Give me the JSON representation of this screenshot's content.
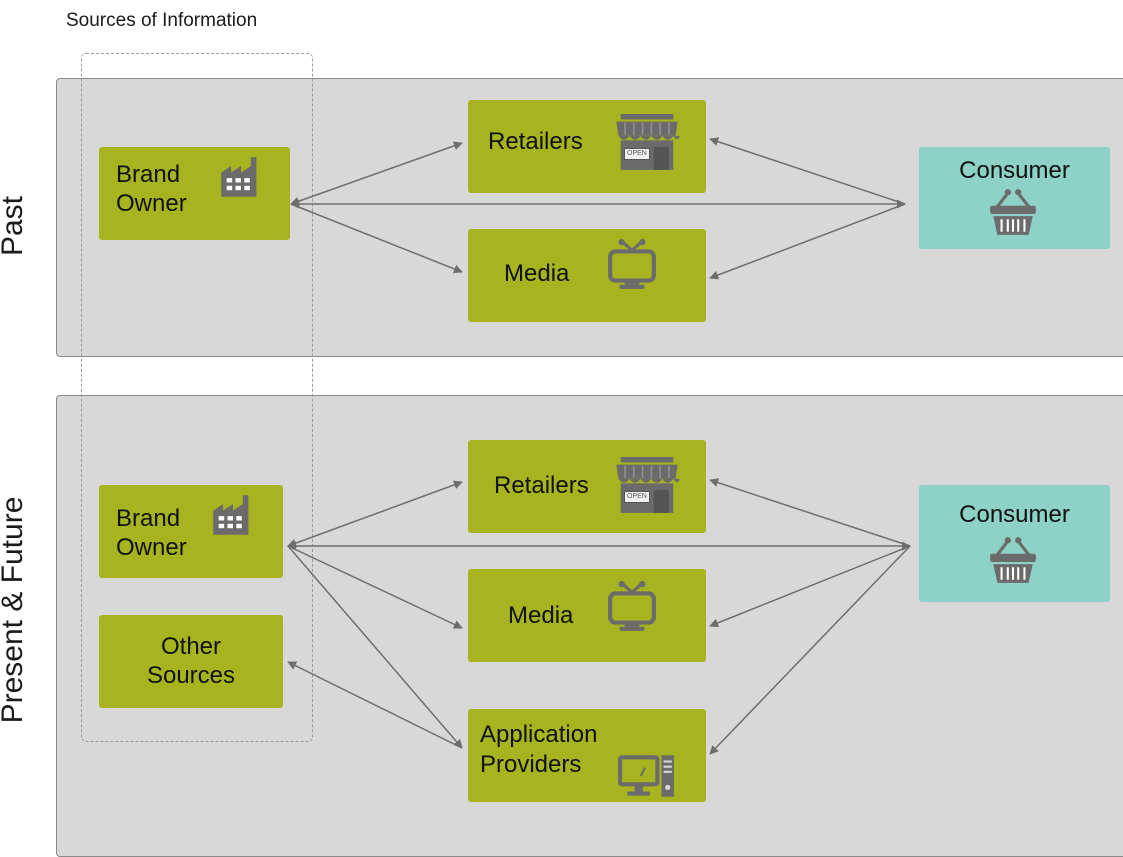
{
  "title": "Sources of Information",
  "rows": {
    "past": {
      "label": "Past"
    },
    "future": {
      "label": "Present & Future"
    }
  },
  "past": {
    "brand_owner": {
      "line1": "Brand",
      "line2": "Owner"
    },
    "retailers": {
      "label": "Retailers",
      "sign": "OPEN"
    },
    "media": {
      "label": "Media"
    },
    "consumer": {
      "label": "Consumer"
    }
  },
  "future": {
    "brand_owner": {
      "line1": "Brand",
      "line2": "Owner"
    },
    "other_sources": {
      "line1": "Other",
      "line2": "Sources"
    },
    "retailers": {
      "label": "Retailers",
      "sign": "OPEN"
    },
    "media": {
      "label": "Media"
    },
    "app_providers": {
      "line1": "Application",
      "line2": "Providers"
    },
    "consumer": {
      "label": "Consumer"
    }
  },
  "colors": {
    "source_box": "#a7b41f",
    "consumer_box": "#8dd1c7",
    "panel": "#d8d8d8",
    "icon": "#6b6b6b",
    "arrow": "#6e6e6e"
  }
}
